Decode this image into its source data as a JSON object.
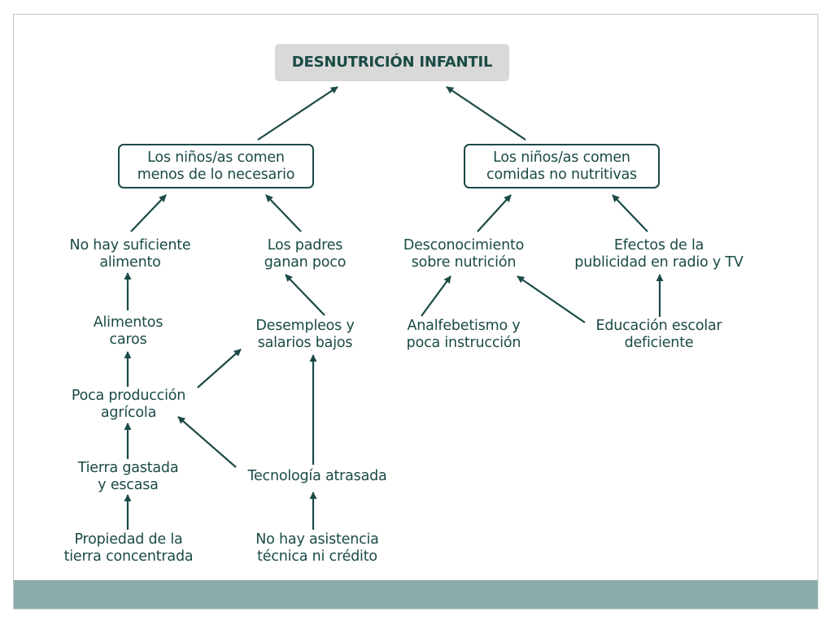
{
  "diagram": {
    "title": "DESNUTRICIÓN INFANTIL",
    "nodes": {
      "branch_left": "Los niños/as comen\nmenos de lo necesario",
      "branch_right": "Los niños/as comen\ncomidas no nutritivas",
      "no_hay_alimento": "No hay suficiente\nalimento",
      "padres_ganan_poco": "Los padres\nganan poco",
      "desconocimiento": "Desconocimiento\nsobre nutrición",
      "efectos_publicidad": "Efectos de la\npublicidad en radio y TV",
      "alimentos_caros": "Alimentos\ncaros",
      "desempleos": "Desempleos y\nsalarios bajos",
      "analfabetismo": "Analfebetismo y\npoca instrucción",
      "educacion": "Educación escolar\ndeficiente",
      "poca_produccion": "Poca producción\nagrícola",
      "tierra_gastada": "Tierra gastada\ny escasa",
      "tecnologia": "Tecnología atrasada",
      "propiedad_tierra": "Propiedad de la\ntierra concentrada",
      "no_asistencia": "No hay asistencia\ntécnica ni crédito"
    },
    "edges": [
      {
        "from": "branch_left",
        "to": "title"
      },
      {
        "from": "branch_right",
        "to": "title"
      },
      {
        "from": "no_hay_alimento",
        "to": "branch_left"
      },
      {
        "from": "padres_ganan_poco",
        "to": "branch_left"
      },
      {
        "from": "desconocimiento",
        "to": "branch_right"
      },
      {
        "from": "efectos_publicidad",
        "to": "branch_right"
      },
      {
        "from": "alimentos_caros",
        "to": "no_hay_alimento"
      },
      {
        "from": "desempleos",
        "to": "padres_ganan_poco"
      },
      {
        "from": "analfabetismo",
        "to": "desconocimiento"
      },
      {
        "from": "educacion",
        "to": "desconocimiento"
      },
      {
        "from": "educacion",
        "to": "efectos_publicidad"
      },
      {
        "from": "poca_produccion",
        "to": "alimentos_caros"
      },
      {
        "from": "poca_produccion",
        "to": "desempleos"
      },
      {
        "from": "tierra_gastada",
        "to": "poca_produccion"
      },
      {
        "from": "tecnologia",
        "to": "poca_produccion"
      },
      {
        "from": "tecnologia",
        "to": "desempleos"
      },
      {
        "from": "propiedad_tierra",
        "to": "tierra_gastada"
      },
      {
        "from": "no_asistencia",
        "to": "tecnologia"
      }
    ]
  },
  "colors": {
    "text": "#1a4a46",
    "title_background": "#d9d9d9",
    "footer_bar": "#8aacaa"
  }
}
